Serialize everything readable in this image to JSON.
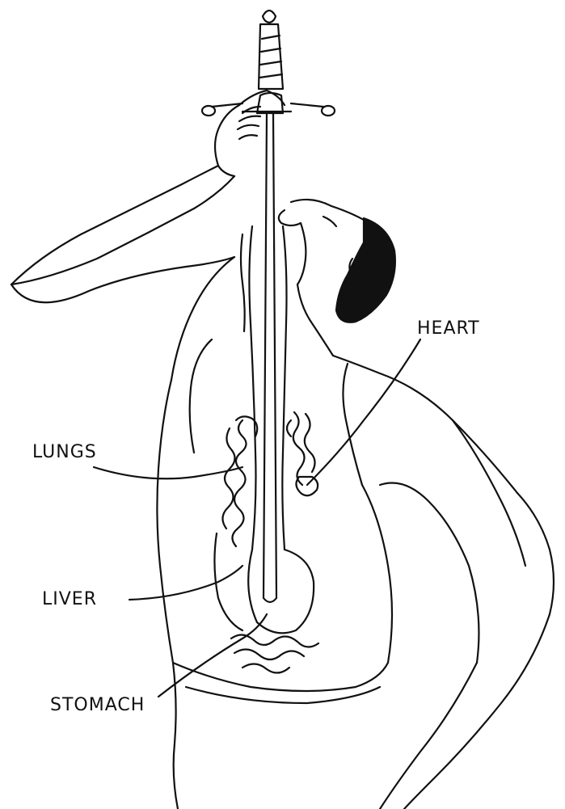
{
  "labels": {
    "heart": "HEART",
    "lungs": "LUNGS",
    "liver": "LIVER",
    "stomach": "STOMACH"
  },
  "colors": {
    "ink": "#111111",
    "paper": "#ffffff"
  },
  "icons": {
    "figure": "sword-swallower-figure-icon",
    "sword": "sword-icon"
  }
}
